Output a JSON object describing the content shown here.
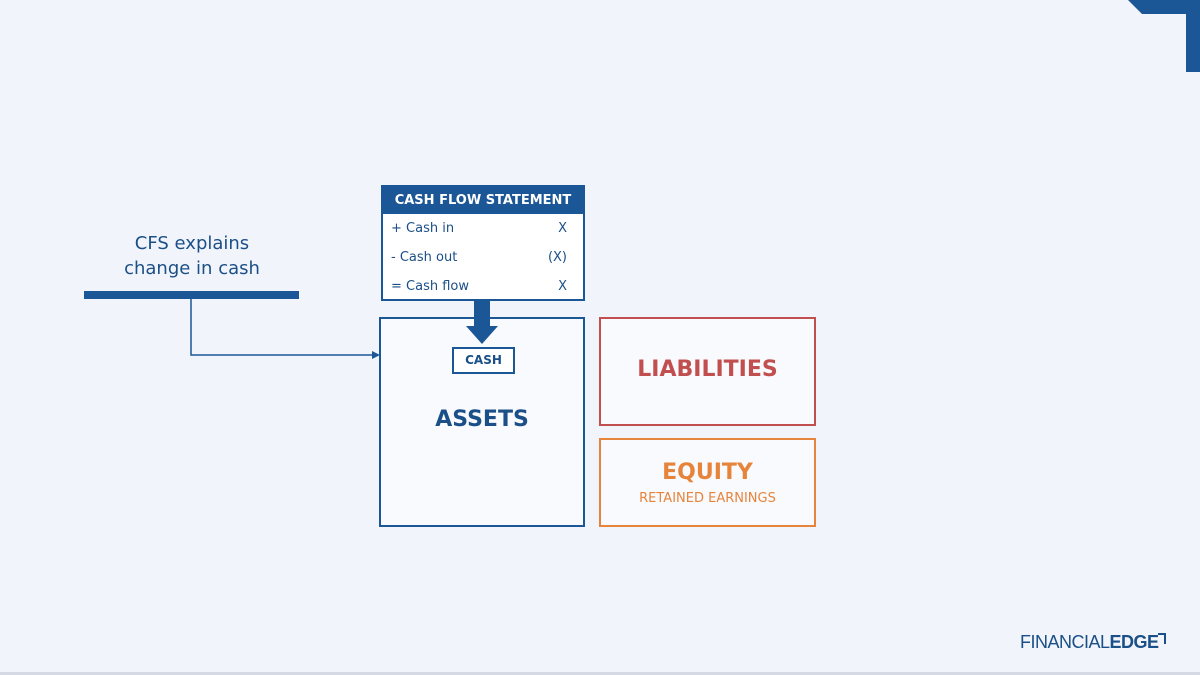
{
  "caption": {
    "line1": "CFS explains",
    "line2": "change in cash"
  },
  "cash_flow_statement": {
    "title": "CASH FLOW STATEMENT",
    "rows": [
      {
        "label": "+ Cash in",
        "value": "X"
      },
      {
        "label": "- Cash out",
        "value": "(X)"
      },
      {
        "label": "= Cash flow",
        "value": "X"
      }
    ]
  },
  "assets": {
    "tag": "CASH",
    "label": "ASSETS"
  },
  "liabilities": {
    "label": "LIABILITIES"
  },
  "equity": {
    "label": "EQUITY",
    "sublabel": "RETAINED EARNINGS"
  },
  "logo": {
    "part1": "FINANCIAL",
    "part2": "EDGE"
  },
  "colors": {
    "background": "#f1f4fb",
    "primary_blue": "#1b5697",
    "text_blue": "#1b4f87",
    "liabilities_red": "#c24f4f",
    "equity_orange": "#e6843b"
  }
}
